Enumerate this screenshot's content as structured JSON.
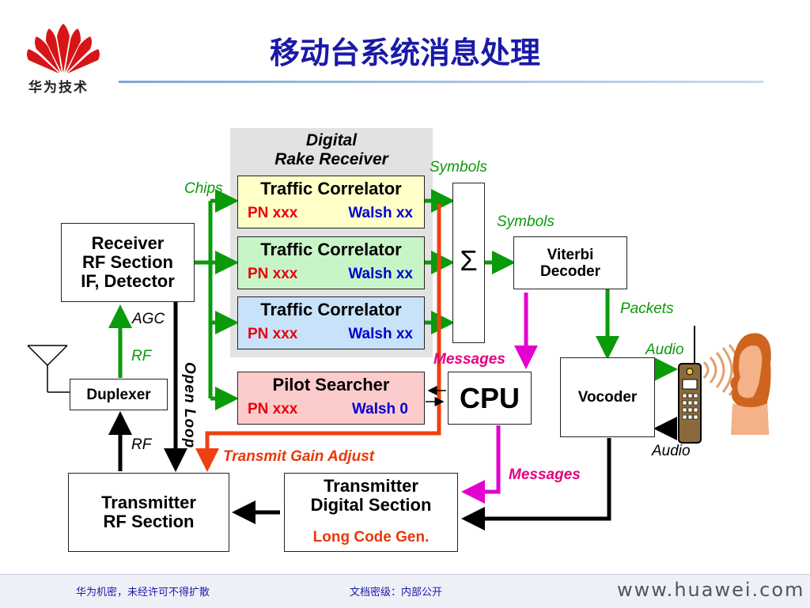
{
  "header": {
    "title": "移动台系统消息处理",
    "brand": "华为技术"
  },
  "rake": {
    "title_line1": "Digital",
    "title_line2": "Rake Receiver"
  },
  "correlators": [
    {
      "title": "Traffic Correlator",
      "pn": "PN xxx",
      "walsh": "Walsh xx"
    },
    {
      "title": "Traffic Correlator",
      "pn": "PN xxx",
      "walsh": "Walsh xx"
    },
    {
      "title": "Traffic Correlator",
      "pn": "PN xxx",
      "walsh": "Walsh xx"
    }
  ],
  "pilot": {
    "title": "Pilot Searcher",
    "pn": "PN xxx",
    "walsh": "Walsh 0"
  },
  "receiver": {
    "line1": "Receiver",
    "line2": "RF Section",
    "line3": "IF, Detector"
  },
  "duplexer": {
    "label": "Duplexer"
  },
  "tx_rf": {
    "line1": "Transmitter",
    "line2": "RF Section"
  },
  "tx_digital": {
    "line1": "Transmitter",
    "line2": "Digital Section",
    "line3": "Long Code Gen."
  },
  "sigma": {
    "symbol": "Σ"
  },
  "cpu": {
    "label": "CPU"
  },
  "viterbi": {
    "line1": "Viterbi",
    "line2": "Decoder"
  },
  "vocoder": {
    "label": "Vocoder"
  },
  "labels": {
    "chips": "Chips",
    "symbols1": "Symbols",
    "symbols2": "Symbols",
    "packets": "Packets",
    "audio_in": "Audio",
    "audio_out": "Audio",
    "messages1": "Messages",
    "messages2": "Messages",
    "agc": "AGC",
    "rf1": "RF",
    "rf2": "RF",
    "open_loop": "Open Loop",
    "transmit_gain": "Transmit Gain Adjust"
  },
  "footer": {
    "left": "华为机密，未经许可不得扩散",
    "mid": "文档密级：内部公开",
    "right": "www.huawei.com"
  },
  "colors": {
    "green": "#0a9a0a",
    "red": "#ee4010",
    "magenta": "#e400d0",
    "blue_title": "#1a1aa8"
  }
}
